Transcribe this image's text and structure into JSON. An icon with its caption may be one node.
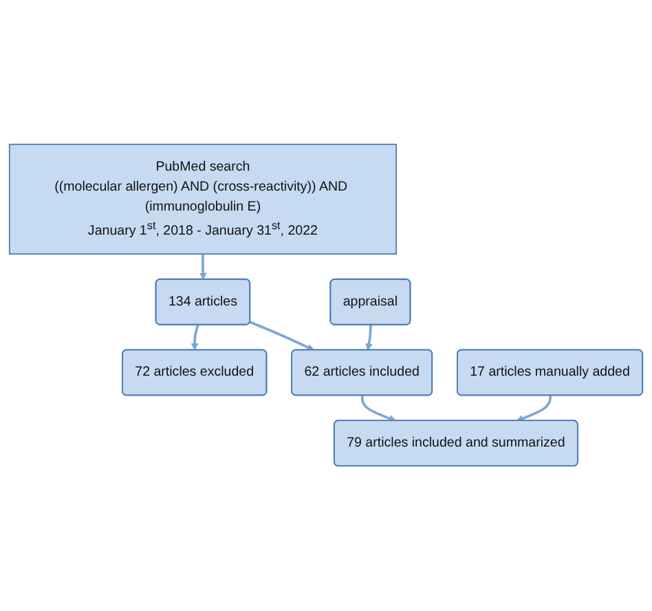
{
  "diagram": {
    "nodes": [
      {
        "text": [
          "PubMed search",
          "((molecular allergen) AND (cross-reactivity)) AND (immunoglobulin E)",
          "January 1$^{st}$, 2018 - January 31$^{st}$, 2022"
        ]
      },
      {
        "text": [
          "134 articles"
        ]
      },
      {
        "text": [
          "appraisal"
        ]
      },
      {
        "text": [
          "72 articles excluded"
        ]
      },
      {
        "text": [
          "62 articles included"
        ]
      },
      {
        "text": [
          "17 articles manually added"
        ]
      },
      {
        "text": [
          "79 articles included and summarized"
        ]
      }
    ],
    "edges": [
      {
        "from": 0,
        "to": 1,
        "arrow": "to"
      },
      {
        "from": 1,
        "to": 4,
        "arrow": "to"
      },
      {
        "from": 1,
        "to": 3,
        "arrow": "to"
      },
      {
        "from": 2,
        "to": 4,
        "arrow": "to"
      },
      {
        "from": 4,
        "to": 6,
        "arrow": "to"
      },
      {
        "from": 5,
        "to": 6,
        "arrow": "to"
      }
    ]
  }
}
